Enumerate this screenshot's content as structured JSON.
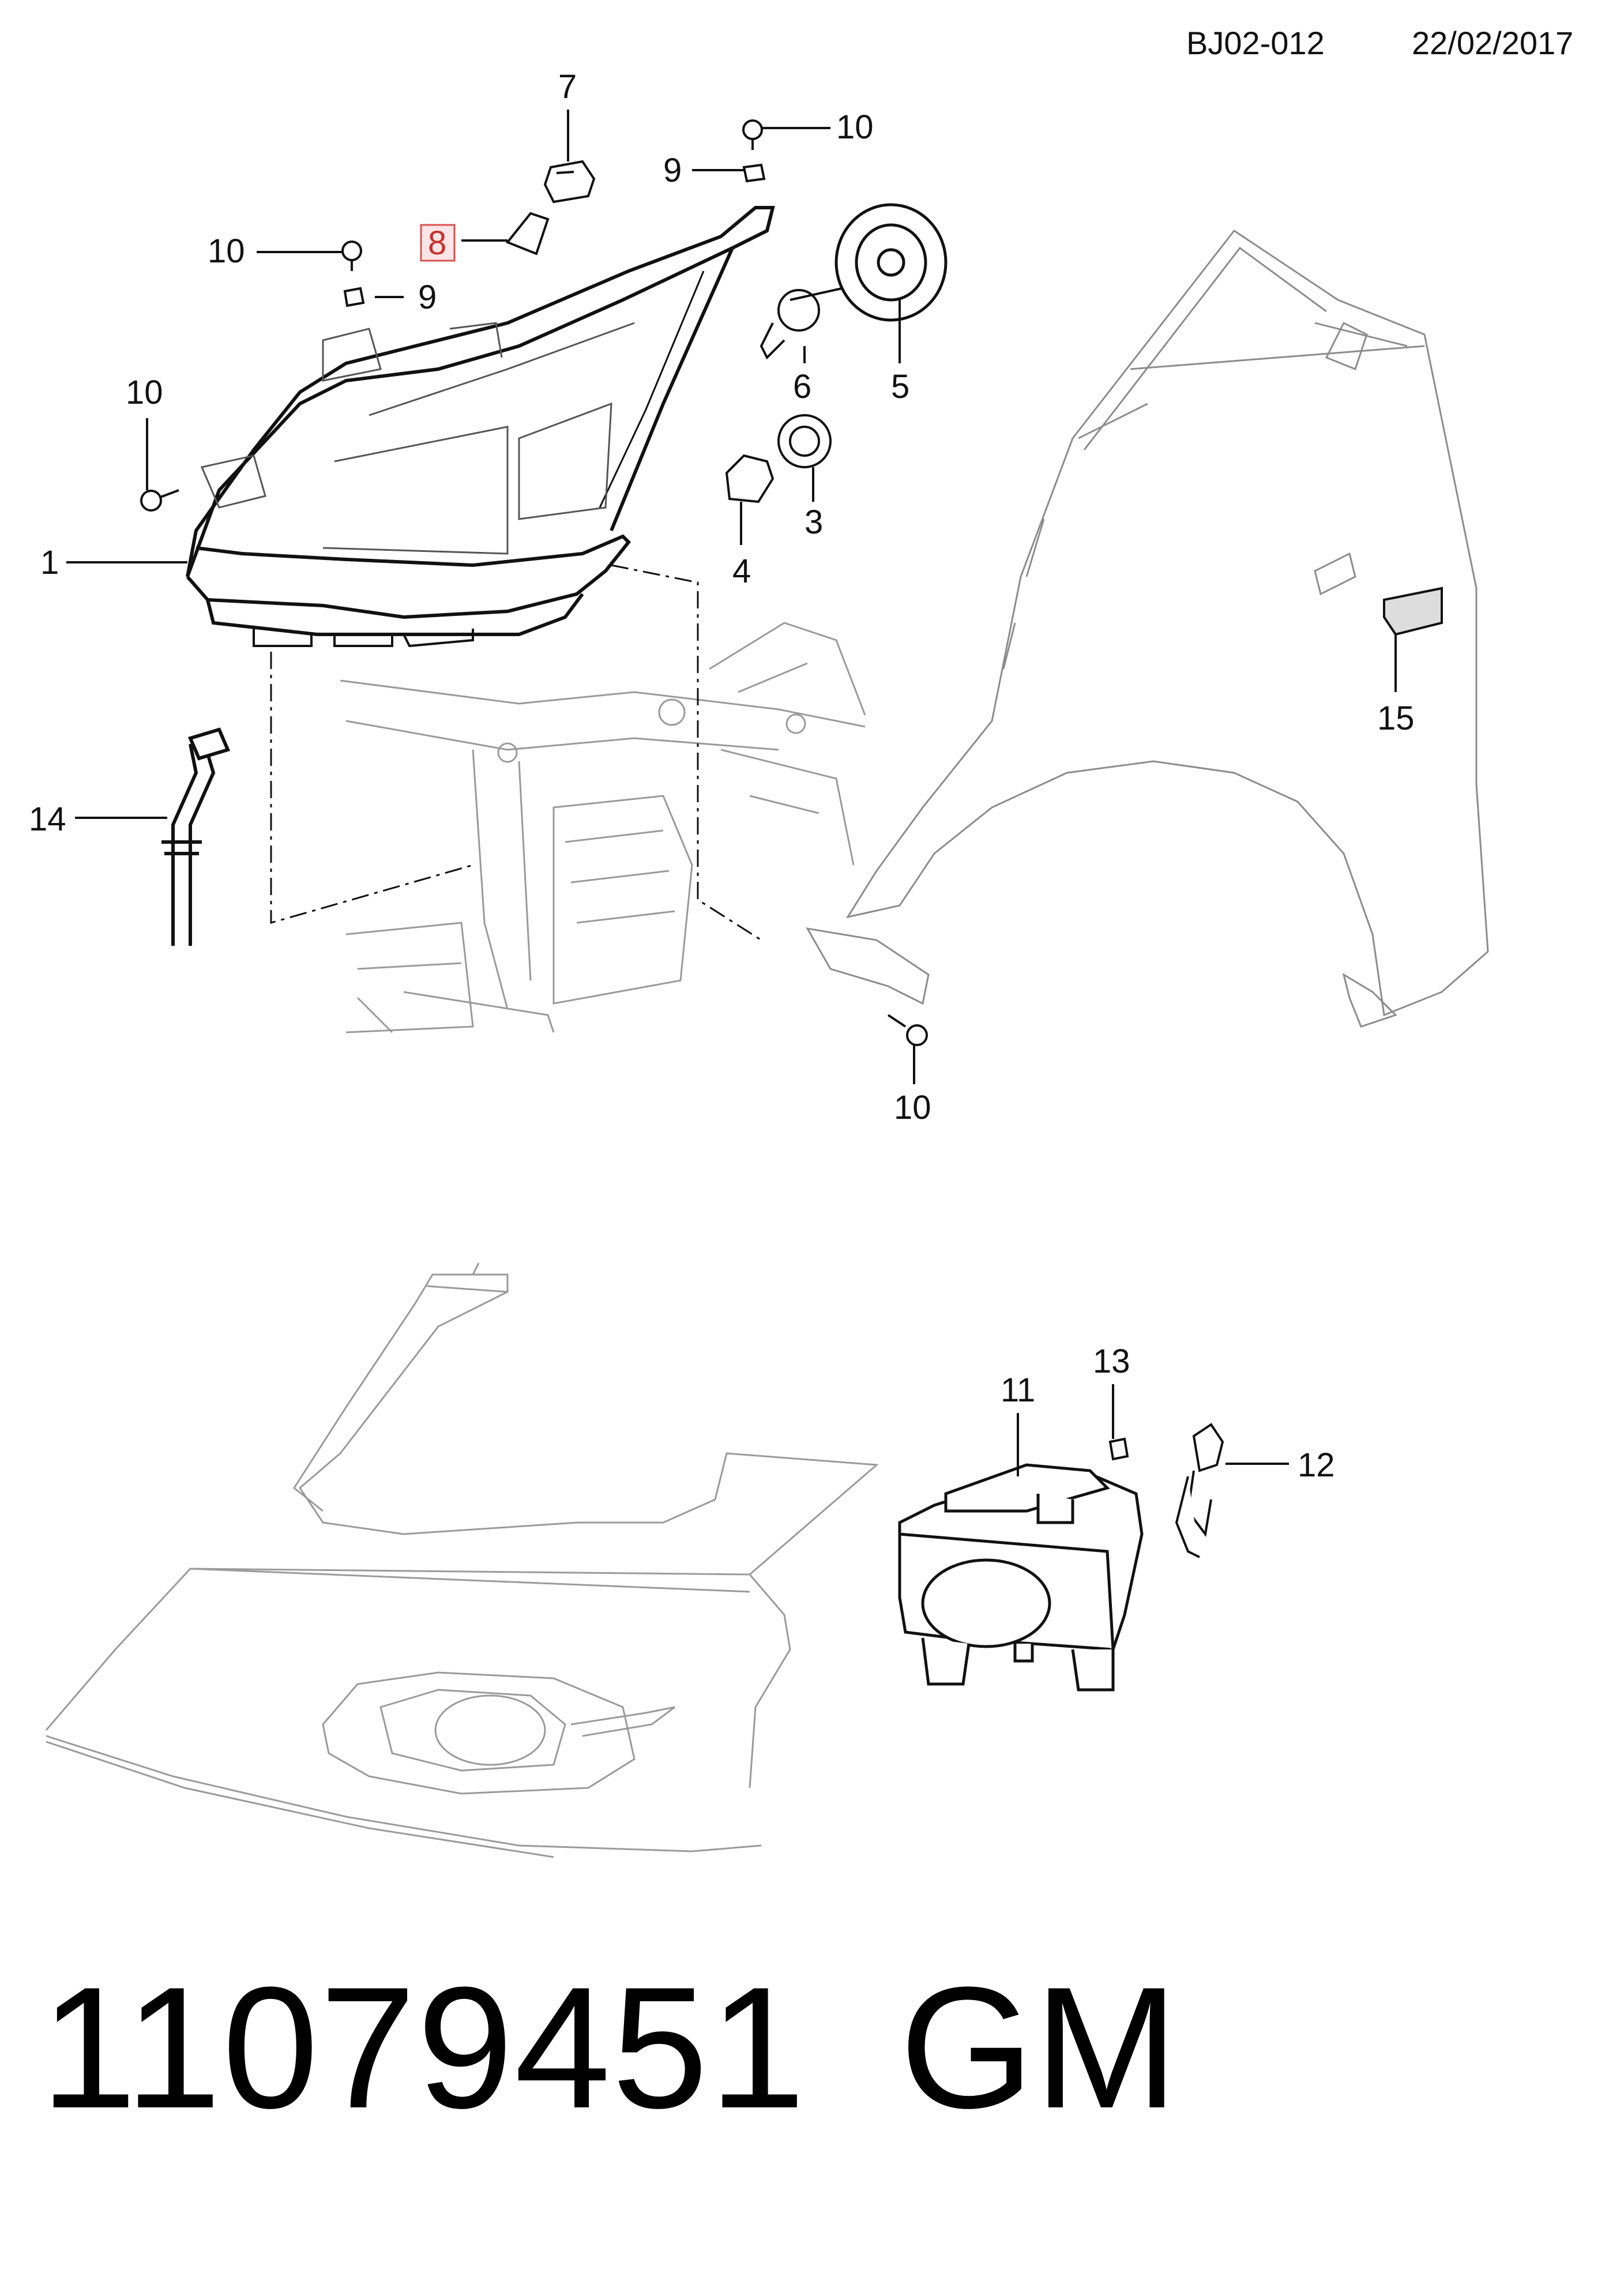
{
  "header": {
    "diagram_code": "BJ02-012",
    "date": "22/02/2017"
  },
  "callouts": [
    {
      "id": "c1",
      "label": "1"
    },
    {
      "id": "c3",
      "label": "3"
    },
    {
      "id": "c4",
      "label": "4"
    },
    {
      "id": "c5",
      "label": "5"
    },
    {
      "id": "c6",
      "label": "6"
    },
    {
      "id": "c7",
      "label": "7"
    },
    {
      "id": "c8",
      "label": "8",
      "highlighted": true
    },
    {
      "id": "c9a",
      "label": "9"
    },
    {
      "id": "c9b",
      "label": "9"
    },
    {
      "id": "c10a",
      "label": "10"
    },
    {
      "id": "c10b",
      "label": "10"
    },
    {
      "id": "c10c",
      "label": "10"
    },
    {
      "id": "c10d",
      "label": "10"
    },
    {
      "id": "c11",
      "label": "11"
    },
    {
      "id": "c12",
      "label": "12"
    },
    {
      "id": "c13",
      "label": "13"
    },
    {
      "id": "c14",
      "label": "14"
    },
    {
      "id": "c15",
      "label": "15"
    }
  ],
  "footer": {
    "part_number": "11079451",
    "brand": "GM"
  },
  "colors": {
    "line": "#111111",
    "faint": "#9a9a9a",
    "highlight_fill": "#fde4e6",
    "highlight_stroke": "#d9534f"
  }
}
